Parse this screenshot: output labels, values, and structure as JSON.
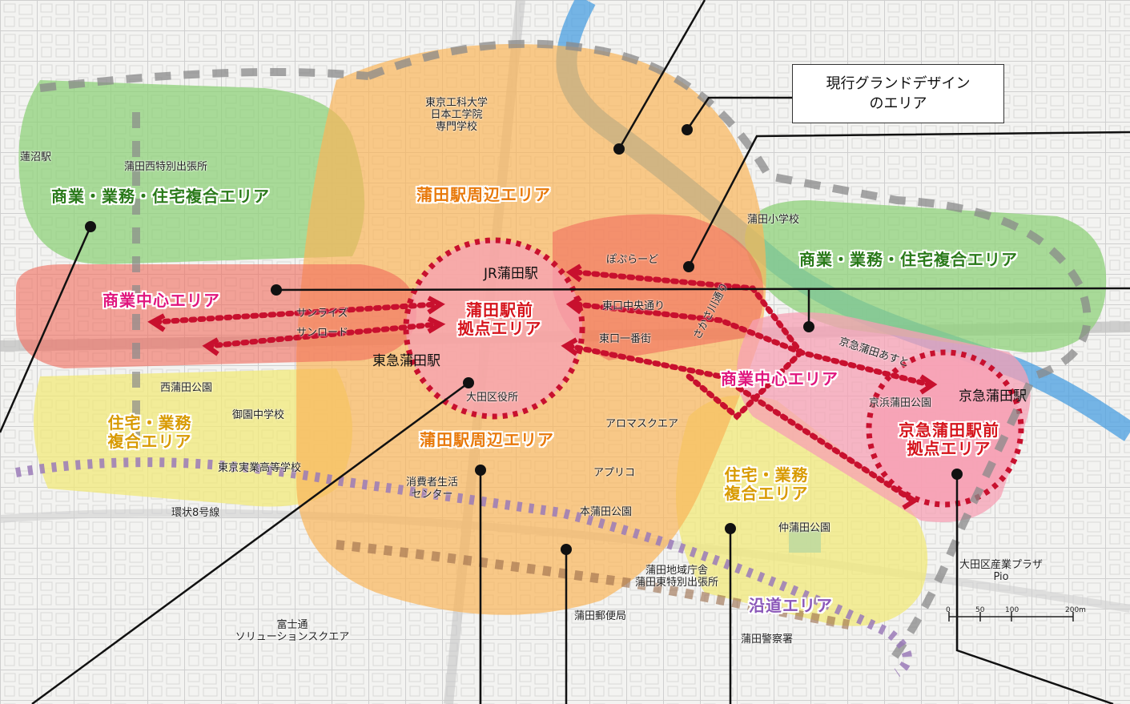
{
  "callout": {
    "line1": "現行グランドデザイン",
    "line2": "のエリア"
  },
  "zones": {
    "commercial_mixed_west": "商業・業務・住宅複合エリア",
    "commercial_mixed_east": "商業・業務・住宅複合エリア",
    "kamata_surround_north": "蒲田駅周辺エリア",
    "kamata_surround_south": "蒲田駅周辺エリア",
    "commercial_center_west": "商業中心エリア",
    "commercial_center_east": "商業中心エリア",
    "kamata_hub_line1": "蒲田駅前",
    "kamata_hub_line2": "拠点エリア",
    "keikyu_hub_line1": "京急蒲田駅前",
    "keikyu_hub_line2": "拠点エリア",
    "residential_west_line1": "住宅・業務",
    "residential_west_line2": "複合エリア",
    "residential_east_line1": "住宅・業務",
    "residential_east_line2": "複合エリア",
    "roadside": "沿道エリア"
  },
  "stations": {
    "jr_kamata": "JR蒲田駅",
    "tokyu_kamata": "東急蒲田駅",
    "keikyu_kamata": "京急蒲田駅",
    "hasunuma": "蓮沼駅"
  },
  "places": {
    "univ_line1": "東京工科大学",
    "univ_line2": "日本工学院",
    "univ_line3": "専門学校",
    "nishi_branch": "蒲田西特別出張所",
    "kamata_elem": "蒲田小学校",
    "popurado": "ぽぷらーど",
    "sunrise": "サンライズ",
    "sunroad": "サンロード",
    "east_central": "東口中央通り",
    "east_ichiban": "東口一番街",
    "sakasa": "さかさ川通り",
    "keikyu_asuto": "京急蒲田あすと",
    "keihin_park": "京浜蒲田公園",
    "nishi_park": "西蒲田公園",
    "mison_jhs": "御園中学校",
    "jitsugyo": "東京実業高等学校",
    "ota_office": "大田区役所",
    "aroma": "アロマスクエア",
    "aprico": "アプリコ",
    "consumer_line1": "消費者生活",
    "consumer_line2": "センター",
    "kanjo8": "環状8号線",
    "honkamata_park": "本蒲田公園",
    "nakakamata_park": "仲蒲田公園",
    "chiiki_line1": "蒲田地域庁舎",
    "chiiki_line2": "蒲田東特別出張所",
    "post": "蒲田郵便局",
    "fujitsu_line1": "富士通",
    "fujitsu_line2": "ソリューションスクエア",
    "police": "蒲田警察署",
    "pio_line1": "大田区産業プラザ",
    "pio_line2": "Pio"
  },
  "scale": {
    "t0": "0",
    "t1": "50",
    "t2": "100",
    "t3": "200m"
  },
  "colors": {
    "green_zone": "#8fd17a",
    "orange_zone": "#f9b55a",
    "red_zone": "#f26b5b",
    "pink_zone": "#f7a0b4",
    "yellow_zone": "#f1ea7a",
    "arrow_red": "#c8102e",
    "boundary_gray": "#8a8a8a",
    "boundary_purple": "#9a7ab8",
    "river_blue": "#4a9fe0"
  }
}
